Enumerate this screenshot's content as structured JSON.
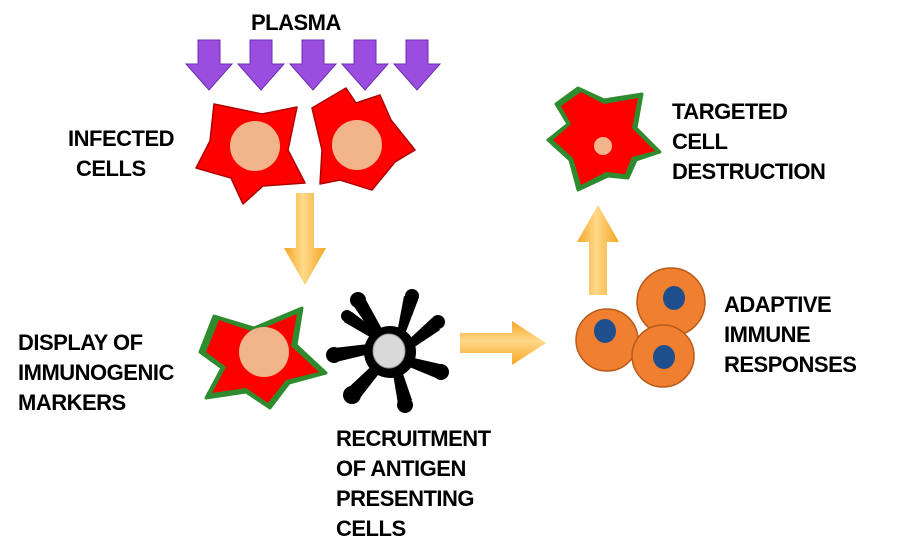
{
  "labels": {
    "plasma": "PLASMA",
    "infected": [
      "INFECTED",
      "CELLS"
    ],
    "targeted": [
      "TARGETED",
      "CELL",
      "DESTRUCTION"
    ],
    "display": [
      "DISPLAY OF",
      "IMMUNOGENIC",
      "MARKERS"
    ],
    "recruitment": [
      "RECRUITMENT",
      "OF ANTIGEN",
      "PRESENTING",
      "CELLS"
    ],
    "adaptive": [
      "ADAPTIVE",
      "IMMUNE",
      "RESPONSES"
    ]
  },
  "colors": {
    "plasma_arrow": "#9b4de0",
    "plasma_arrow_stroke": "#6a2fb0",
    "flow_arrow": "#f5a623",
    "flow_arrow_light": "#ffd27a",
    "infected_cell": "#ff0000",
    "infected_cell_stroke": "#b00000",
    "nucleus": "#f2b48a",
    "marker_coat": "#2e8b2e",
    "apc_body": "#000000",
    "apc_nucleus": "#d9d9d9",
    "lymphocyte": "#f08030",
    "lymphocyte_stroke": "#b85a1a",
    "lymphocyte_nucleus": "#1f4e8c"
  },
  "icons": {
    "plasma_arrows": "down-arrow-icon",
    "flow_arrows": "flow-arrow-icon",
    "infected_cell": "infected-cell-icon",
    "apc": "antigen-presenting-cell-icon",
    "lymphocyte": "lymphocyte-icon"
  }
}
